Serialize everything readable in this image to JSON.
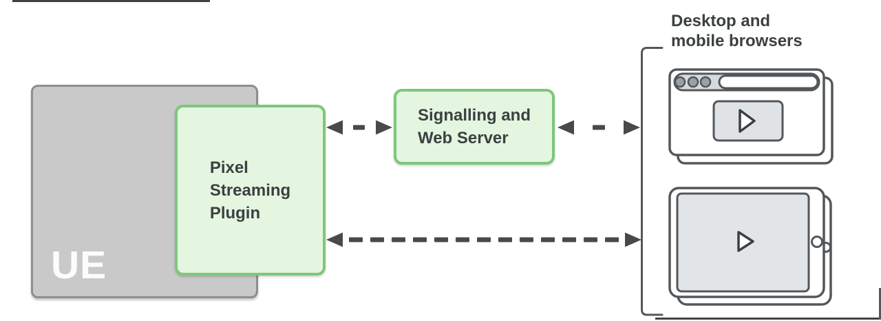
{
  "nodes": {
    "ue": {
      "label": "UE"
    },
    "plugin": {
      "label": "Pixel Streaming Plugin",
      "lines": [
        "Pixel",
        "Streaming",
        "Plugin"
      ]
    },
    "signalling": {
      "label": "Signalling and Web Server",
      "lines": [
        "Signalling and",
        "Web Server"
      ]
    },
    "clients_heading": {
      "label": "Desktop and mobile browsers",
      "lines": [
        "Desktop and",
        "mobile browsers"
      ]
    }
  },
  "connections": [
    {
      "from": "pixel-streaming-plugin",
      "to": "signalling-web-server",
      "style": "dashed-double-headed-arrow"
    },
    {
      "from": "signalling-web-server",
      "to": "desktop-mobile-browsers",
      "style": "dashed-double-headed-arrow"
    },
    {
      "from": "pixel-streaming-plugin",
      "to": "desktop-mobile-browsers",
      "style": "dashed-double-headed-arrow"
    }
  ],
  "icons": [
    "browser-window-icon",
    "tablet-icon",
    "play-icon",
    "traffic-light-dots-icon",
    "address-bar",
    "home-button-icon",
    "group-bracket"
  ],
  "colors": {
    "green_fill": "#e4f6df",
    "green_border": "#7ec77c",
    "gray_fill": "#c9c9c9",
    "gray_border": "#8e8e8e",
    "dark_stroke": "#54575a",
    "arrow": "#47494c",
    "text": "#3c4043",
    "ue_text": "#fcfcfc",
    "screen_fill": "#e1e5e8",
    "browser_bar_fill": "#d6d9dd",
    "dot_fill": "#9aa1a7"
  }
}
